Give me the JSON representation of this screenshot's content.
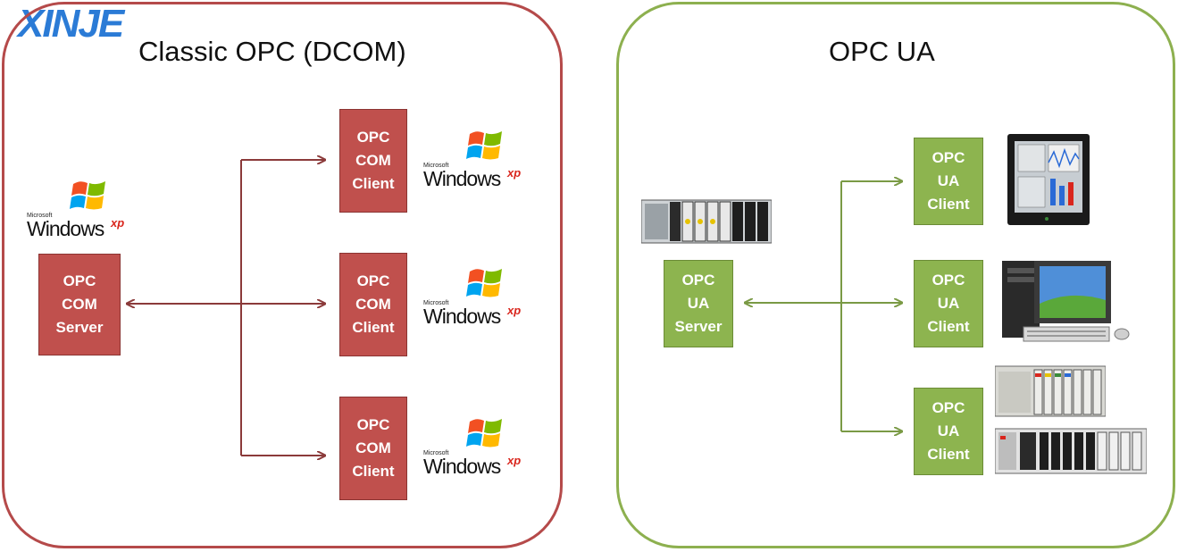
{
  "logo": "XINJE",
  "classic": {
    "title": "Classic OPC (DCOM)",
    "server": [
      "OPC",
      "COM",
      "Server"
    ],
    "clients": [
      [
        "OPC",
        "COM",
        "Client"
      ],
      [
        "OPC",
        "COM",
        "Client"
      ],
      [
        "OPC",
        "COM",
        "Client"
      ]
    ],
    "windows_logo": {
      "microsoft": "Microsoft",
      "windows": "Windows",
      "xp": "xp"
    }
  },
  "ua": {
    "title": "OPC UA",
    "server": [
      "OPC",
      "UA",
      "Server"
    ],
    "clients": [
      [
        "OPC",
        "UA",
        "Client"
      ],
      [
        "OPC",
        "UA",
        "Client"
      ],
      [
        "OPC",
        "UA",
        "Client"
      ]
    ]
  },
  "colors": {
    "classic_accent": "#c0504d",
    "classic_border": "#b54a4a",
    "classic_arrow": "#8b3a3a",
    "ua_accent": "#8db44f",
    "ua_border": "#8db04f",
    "ua_arrow": "#6f8f3a"
  },
  "icons": [
    "windows-xp-logo-icon",
    "io-module-icon",
    "touch-panel-icon",
    "desktop-pc-icon",
    "plc-rack-icon"
  ]
}
